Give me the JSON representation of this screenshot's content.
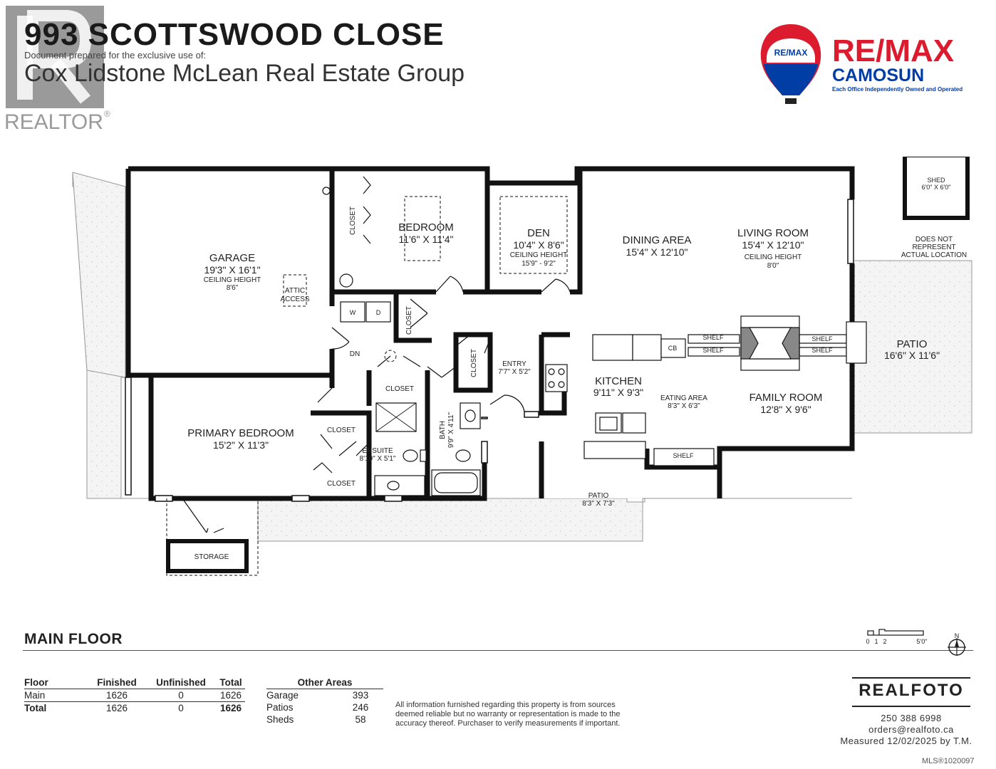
{
  "header": {
    "title": "993 SCOTTSWOOD CLOSE",
    "prepared_for": "Document prepared for the exclusive use of:",
    "company": "Cox Lidstone McLean Real Estate Group"
  },
  "logos": {
    "realtor": "REALTOR",
    "realtor_mark": "®",
    "remax_balloon": "RE/MAX",
    "remax_name": "RE/MAX",
    "remax_office": "CAMOSUN",
    "remax_tagline": "Each Office Independently Owned and Operated",
    "brand_red": "#dc1c2e",
    "brand_blue": "#003da5"
  },
  "rooms": {
    "garage": {
      "name": "GARAGE",
      "dims": "19'3\" X 16'1\"",
      "ceiling_label": "CEILING HEIGHT",
      "ceiling": "8'6\""
    },
    "attic": {
      "line1": "ATTIC",
      "line2": "ACCESS"
    },
    "bedroom": {
      "name": "BEDROOM",
      "dims": "11'6\" X 11'4\""
    },
    "den": {
      "name": "DEN",
      "dims": "10'4\" X 8'6\"",
      "ceiling_label": "CEILING HEIGHT",
      "ceiling": "15'9\" - 9'2\""
    },
    "dining": {
      "name": "DINING AREA",
      "dims": "15'4\" X 12'10\""
    },
    "living": {
      "name": "LIVING ROOM",
      "dims": "15'4\" X 12'10\"",
      "ceiling_label": "CEILING HEIGHT",
      "ceiling": "8'0\""
    },
    "shed": {
      "name": "SHED",
      "dims": "6'0\" X 6'0\"",
      "note1": "DOES NOT",
      "note2": "REPRESENT",
      "note3": "ACTUAL LOCATION"
    },
    "patio_right": {
      "name": "PATIO",
      "dims": "16'6\" X 11'6\""
    },
    "kitchen": {
      "name": "KITCHEN",
      "dims": "9'11\" X 9'3\""
    },
    "eating": {
      "name": "EATING AREA",
      "dims": "8'3\" X 6'3\""
    },
    "family": {
      "name": "FAMILY ROOM",
      "dims": "12'8\" X 9'6\""
    },
    "entry": {
      "name": "ENTRY",
      "dims": "7'7\" X 5'2\""
    },
    "primary": {
      "name": "PRIMARY BEDROOM",
      "dims": "15'2\" X 11'3\""
    },
    "ensuite": {
      "name": "ENSUITE",
      "dims": "8'10\" X 5'1\""
    },
    "bath": {
      "name": "BATH",
      "dims": "9'9\" X 4'11\""
    },
    "patio_bottom": {
      "name": "PATIO",
      "dims": "8'3\" X 7'3\""
    },
    "storage": {
      "name": "STORAGE"
    },
    "closet": "CLOSET",
    "shelf": "SHELF",
    "cb": "CB",
    "dn": "DN",
    "washer": "W",
    "dryer": "D"
  },
  "footer": {
    "floor_label": "MAIN FLOOR",
    "scale": {
      "t0": "0",
      "t1": "1",
      "t2": "2",
      "t5": "5'0\""
    },
    "north": "N",
    "area_table": {
      "headers": [
        "Floor",
        "Finished",
        "Unfinished",
        "Total"
      ],
      "rows": [
        [
          "Main",
          "1626",
          "0",
          "1626"
        ],
        [
          "Total",
          "1626",
          "0",
          "1626"
        ]
      ]
    },
    "other_areas": {
      "title": "Other Areas",
      "rows": [
        [
          "Garage",
          "393"
        ],
        [
          "Patios",
          "246"
        ],
        [
          "Sheds",
          "58"
        ]
      ]
    },
    "disclaimer": "All information furnished regarding this property is from sources deemed reliable but no warranty or representation is made to the accuracy thereof. Purchaser to verify measurements if important.",
    "realfoto": "REALFOTO",
    "phone": "250 388 6998",
    "email": "orders@realfoto.ca",
    "measured": "Measured  12/02/2025  by T.M.",
    "mls": "MLS®1020097"
  }
}
